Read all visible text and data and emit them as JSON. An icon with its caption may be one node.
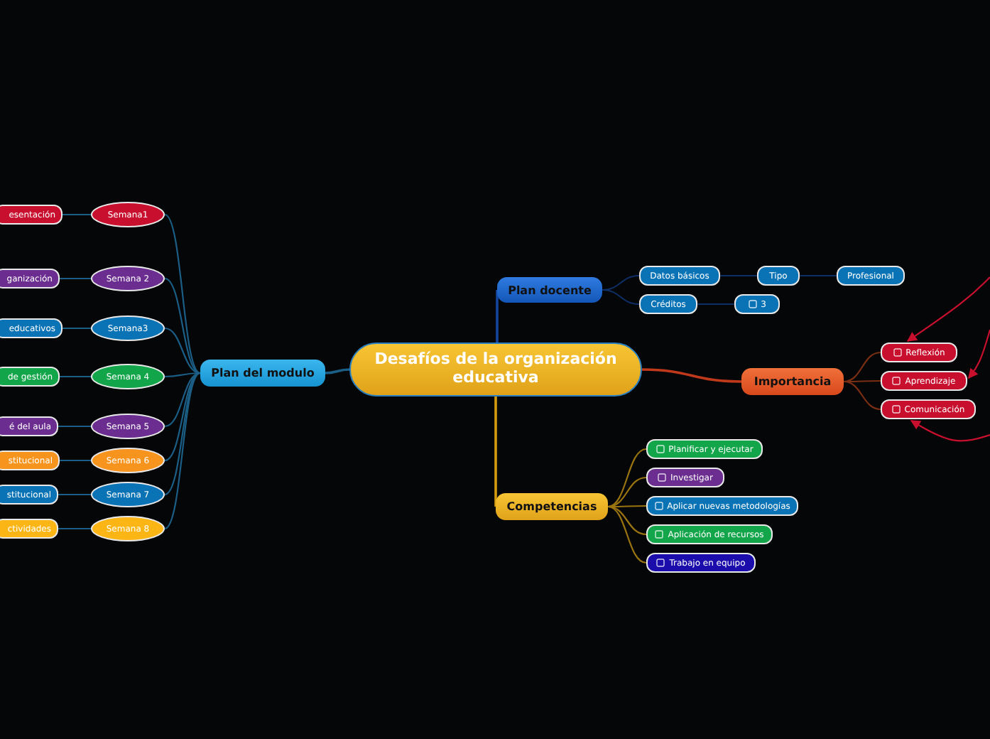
{
  "diagram": {
    "nodes": [
      {
        "text": [
          "Desafíos de la organización educativa"
        ]
      },
      {
        "text": [
          "Plan del modulo"
        ]
      },
      {
        "text": [
          "Semana1"
        ]
      },
      {
        "text": [
          "Semana 2"
        ]
      },
      {
        "text": [
          "Semana3"
        ]
      },
      {
        "text": [
          "Semana 4"
        ]
      },
      {
        "text": [
          "Semana 5"
        ]
      },
      {
        "text": [
          "Semana 6"
        ]
      },
      {
        "text": [
          "Semana 7"
        ]
      },
      {
        "text": [
          "Semana 8"
        ]
      },
      {
        "text": [
          "esentación"
        ]
      },
      {
        "text": [
          "ganización"
        ]
      },
      {
        "text": [
          "educativos"
        ]
      },
      {
        "text": [
          "de gestión"
        ]
      },
      {
        "text": [
          "é del aula"
        ]
      },
      {
        "text": [
          "stitucional"
        ]
      },
      {
        "text": [
          "stitucional"
        ]
      },
      {
        "text": [
          "ctividades"
        ]
      },
      {
        "text": [
          "Plan docente"
        ]
      },
      {
        "text": [
          "Datos básicos"
        ]
      },
      {
        "text": [
          "Tipo"
        ]
      },
      {
        "text": [
          "Profesional"
        ]
      },
      {
        "text": [
          "Créditos"
        ]
      },
      {
        "text": [
          "3"
        ]
      },
      {
        "text": [
          "Importancia"
        ]
      },
      {
        "text": [
          "Reflexión"
        ]
      },
      {
        "text": [
          "Aprendizaje"
        ]
      },
      {
        "text": [
          "Comunicación"
        ]
      },
      {
        "text": [
          "Competencias"
        ]
      },
      {
        "text": [
          "Planificar y ejecutar"
        ]
      },
      {
        "text": [
          "Investigar"
        ]
      },
      {
        "text": [
          "Aplicar nuevas metodologías"
        ]
      },
      {
        "text": [
          "Aplicación de recursos"
        ]
      },
      {
        "text": [
          "Trabajo en equipo"
        ]
      }
    ],
    "edges": [
      {
        "from": 0,
        "to": 1,
        "arrow": "none"
      },
      {
        "from": 1,
        "to": 2,
        "arrow": "none"
      },
      {
        "from": 1,
        "to": 3,
        "arrow": "none"
      },
      {
        "from": 1,
        "to": 4,
        "arrow": "none"
      },
      {
        "from": 1,
        "to": 5,
        "arrow": "none"
      },
      {
        "from": 1,
        "to": 6,
        "arrow": "none"
      },
      {
        "from": 1,
        "to": 7,
        "arrow": "none"
      },
      {
        "from": 1,
        "to": 8,
        "arrow": "none"
      },
      {
        "from": 1,
        "to": 9,
        "arrow": "none"
      },
      {
        "from": 2,
        "to": 10,
        "arrow": "none"
      },
      {
        "from": 3,
        "to": 11,
        "arrow": "none"
      },
      {
        "from": 4,
        "to": 12,
        "arrow": "none"
      },
      {
        "from": 5,
        "to": 13,
        "arrow": "none"
      },
      {
        "from": 6,
        "to": 14,
        "arrow": "none"
      },
      {
        "from": 7,
        "to": 15,
        "arrow": "none"
      },
      {
        "from": 8,
        "to": 16,
        "arrow": "none"
      },
      {
        "from": 9,
        "to": 17,
        "arrow": "none"
      },
      {
        "from": 0,
        "to": 18,
        "arrow": "none",
        "color": "#1446a0"
      },
      {
        "from": 18,
        "to": 19,
        "arrow": "none",
        "color": "#0e2f66"
      },
      {
        "from": 19,
        "to": 20,
        "arrow": "none",
        "color": "#0e2f66"
      },
      {
        "from": 20,
        "to": 21,
        "arrow": "none",
        "color": "#0e2f66"
      },
      {
        "from": 18,
        "to": 22,
        "arrow": "none",
        "color": "#0e2f66"
      },
      {
        "from": 22,
        "to": 23,
        "arrow": "none",
        "color": "#0e2f66"
      },
      {
        "from": 0,
        "to": 24,
        "arrow": "none",
        "color": "#c0391b"
      },
      {
        "from": 24,
        "to": 25,
        "arrow": "none",
        "color": "#7a2e12"
      },
      {
        "from": 24,
        "to": 26,
        "arrow": "none",
        "color": "#7a2e12"
      },
      {
        "from": 24,
        "to": 27,
        "arrow": "none",
        "color": "#7a2e12"
      },
      {
        "from": 0,
        "to": 28,
        "arrow": "none",
        "color": "#d49a10"
      },
      {
        "from": 28,
        "to": 29,
        "arrow": "none",
        "color": "#9a7410"
      },
      {
        "from": 28,
        "to": 30,
        "arrow": "none",
        "color": "#9a7410"
      },
      {
        "from": 28,
        "to": 31,
        "arrow": "none",
        "color": "#9a7410"
      },
      {
        "from": 28,
        "to": 32,
        "arrow": "none",
        "color": "#9a7410"
      },
      {
        "from": 28,
        "to": 33,
        "arrow": "none",
        "color": "#9a7410"
      },
      {
        "from": null,
        "to": 25,
        "arrow": "to",
        "color": "#c8102e"
      },
      {
        "from": null,
        "to": 26,
        "arrow": "to",
        "color": "#c8102e"
      },
      {
        "from": null,
        "to": 27,
        "arrow": "to",
        "color": "#c8102e"
      }
    ]
  }
}
